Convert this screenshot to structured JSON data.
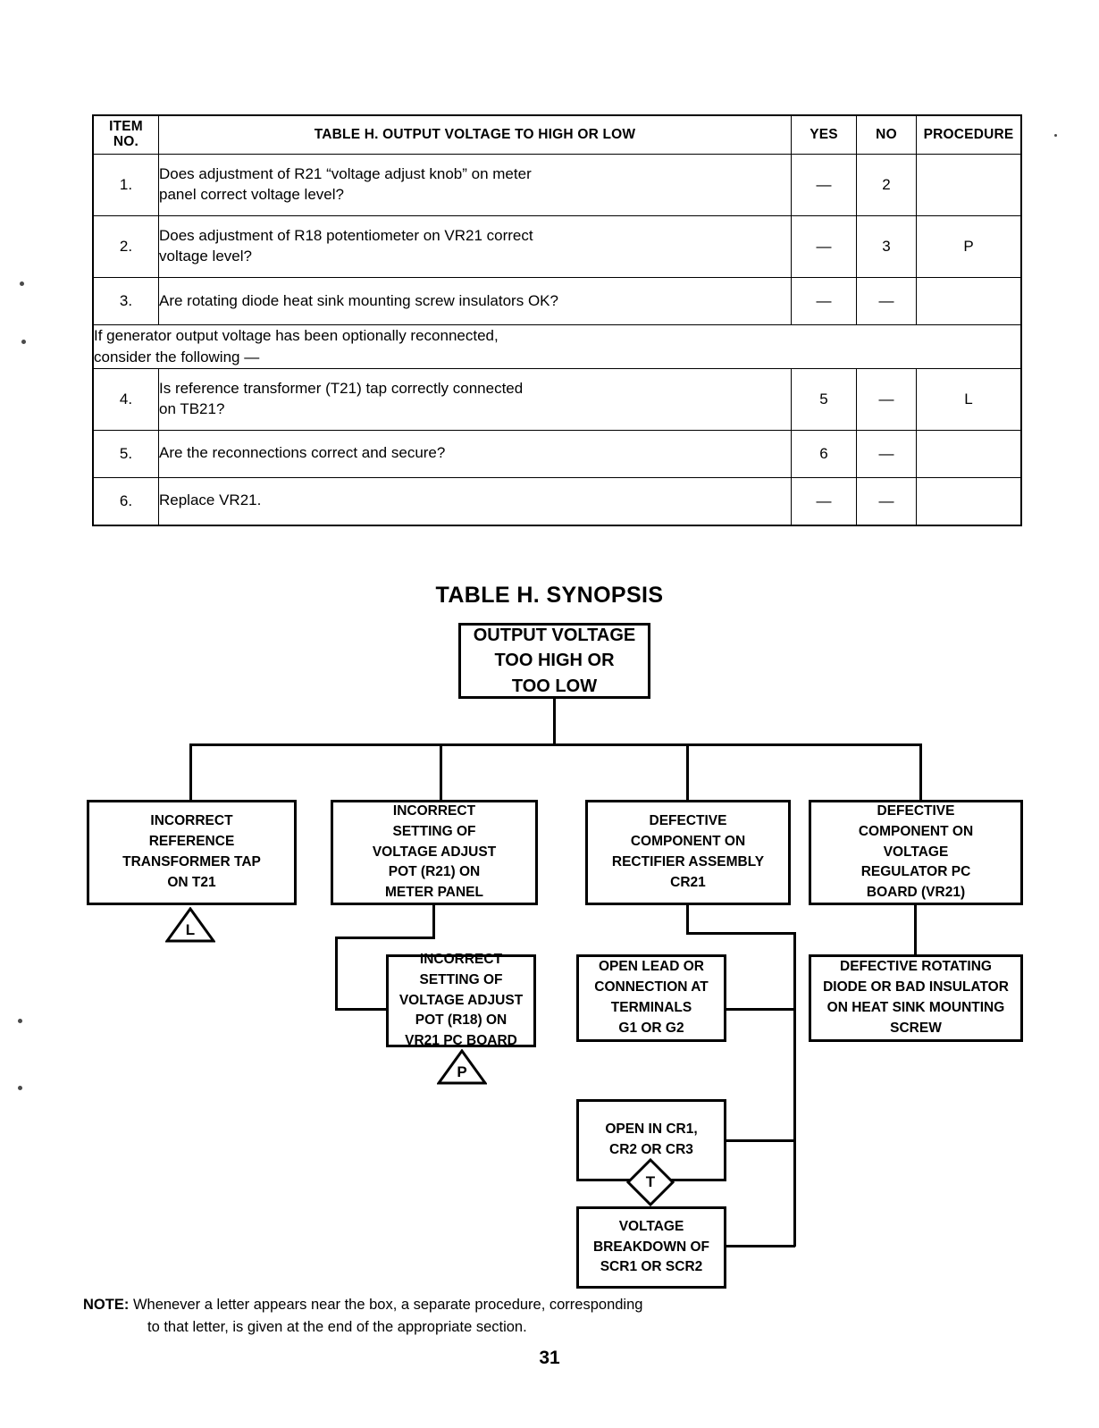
{
  "table": {
    "headers": {
      "item_no": "ITEM\nNO.",
      "item_no_line1": "ITEM",
      "item_no_line2": "NO.",
      "description": "TABLE H. OUTPUT VOLTAGE TO HIGH OR LOW",
      "yes": "YES",
      "no": "NO",
      "procedure": "PROCEDURE"
    },
    "rows": [
      {
        "item": "1.",
        "description_line1": "Does adjustment of R21 “voltage adjust knob” on meter",
        "description_line2": "panel correct voltage level?",
        "yes": "—",
        "no": "2",
        "procedure": ""
      },
      {
        "item": "2.",
        "description_line1": "Does adjustment of R18 potentiometer on VR21 correct",
        "description_line2": "voltage level?",
        "yes": "—",
        "no": "3",
        "procedure": "P"
      },
      {
        "item": "3.",
        "description_line1": "Are rotating diode heat sink mounting screw insulators OK?",
        "description_line2": "",
        "yes": "—",
        "no": "—",
        "procedure": ""
      }
    ],
    "interstitial_note_line1": "If generator output voltage has been optionally reconnected,",
    "interstitial_note_line2": "consider the following —",
    "rows2": [
      {
        "item": "4.",
        "description_line1": "Is reference transformer (T21) tap correctly connected",
        "description_line2": "on TB21?",
        "yes": "5",
        "no": "—",
        "procedure": "L"
      },
      {
        "item": "5.",
        "description_line1": "Are the reconnections correct and secure?",
        "description_line2": "",
        "yes": "6",
        "no": "—",
        "procedure": ""
      },
      {
        "item": "6.",
        "description_line1": "Replace VR21.",
        "description_line2": "",
        "yes": "—",
        "no": "—",
        "procedure": ""
      }
    ]
  },
  "synopsis": {
    "title": "TABLE H. SYNOPSIS",
    "root": {
      "line1": "OUTPUT VOLTAGE",
      "line2": "TOO HIGH OR",
      "line3": "TOO LOW"
    },
    "branches": [
      {
        "id": "incorrect-reference-transformer-tap",
        "line1": "INCORRECT",
        "line2": "REFERENCE",
        "line3": "TRANSFORMER TAP",
        "line4": "ON T21",
        "marker": "L",
        "marker_shape": "triangle"
      },
      {
        "id": "incorrect-setting-voltage-adjust-pot-r21",
        "line1": "INCORRECT",
        "line2": "SETTING OF",
        "line3": "VOLTAGE ADJUST",
        "line4": "POT (R21) ON",
        "line5": "METER PANEL",
        "marker": "",
        "marker_shape": ""
      },
      {
        "id": "defective-component-rectifier-assembly-cr21",
        "line1": "DEFECTIVE",
        "line2": "COMPONENT ON",
        "line3": "RECTIFIER ASSEMBLY",
        "line4": "CR21",
        "marker": "",
        "marker_shape": ""
      },
      {
        "id": "defective-component-voltage-regulator-pc-board-vr21",
        "line1": "DEFECTIVE",
        "line2": "COMPONENT ON",
        "line3": "VOLTAGE",
        "line4": "REGULATOR PC",
        "line5": "BOARD (VR21)",
        "marker": "",
        "marker_shape": ""
      }
    ],
    "sub_nodes": [
      {
        "id": "incorrect-setting-voltage-adjust-pot-r18",
        "line1": "INCORRECT",
        "line2": "SETTING OF",
        "line3": "VOLTAGE ADJUST",
        "line4": "POT (R18) ON",
        "line5": "VR21 PC BOARD",
        "marker": "P",
        "marker_shape": "triangle"
      },
      {
        "id": "open-lead-or-connection-terminals",
        "line1": "OPEN LEAD OR",
        "line2": "CONNECTION AT",
        "line3": "TERMINALS",
        "line4": "G1 OR G2",
        "marker": "",
        "marker_shape": ""
      },
      {
        "id": "defective-rotating-diode-bad-insulator",
        "line1": "DEFECTIVE ROTATING",
        "line2": "DIODE OR BAD INSULATOR",
        "line3": "ON HEAT SINK MOUNTING",
        "line4": "SCREW",
        "marker": "",
        "marker_shape": ""
      },
      {
        "id": "open-in-cr1-cr2-cr3",
        "line1": "OPEN IN CR1,",
        "line2": "CR2 OR CR3",
        "marker": "T",
        "marker_shape": "diamond"
      },
      {
        "id": "voltage-breakdown-scr1-scr2",
        "line1": "VOLTAGE",
        "line2": "BREAKDOWN OF",
        "line3": "SCR1 OR SCR2",
        "marker": "",
        "marker_shape": ""
      }
    ]
  },
  "note": {
    "label": "NOTE:",
    "line1": "Whenever a letter appears near the box, a separate procedure, corresponding",
    "line2": "to that letter, is given at the end of the appropriate section."
  },
  "page_number": "31"
}
